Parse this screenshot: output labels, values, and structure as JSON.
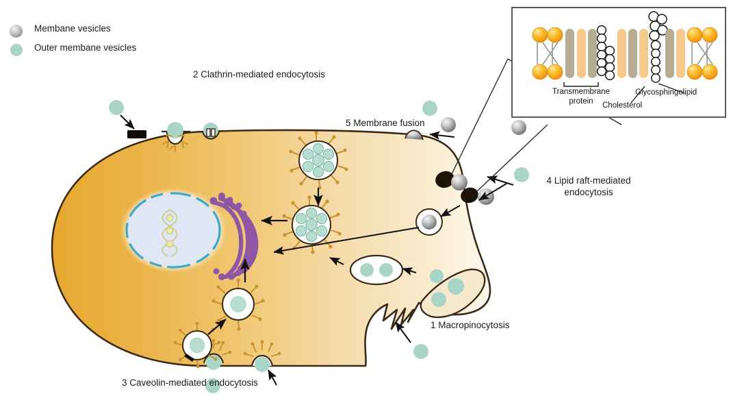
{
  "figure": {
    "kind": "cell-uptake-pathway-diagram",
    "colors": {
      "cytoplasm_left": "#e8ad3c",
      "cytoplasm_right": "#f8efdd",
      "membrane_outline": "#3a2a16",
      "nucleus_fill": "#dfe7f4",
      "nucleus_envelope": "#3fa9c9",
      "dna": "#e9e6a8",
      "golgi": "#8e57a3",
      "golgi_dark": "#6f3f86",
      "clathrin_coat": "#c9932f",
      "vesicle_teal": "#a8d5c8",
      "vesicle_gray": "#9a9da0",
      "lipid_raft": "#1c1208",
      "clathrin_patch": "#120d06",
      "inset_border": "#5a5a5a",
      "lipid_head_orange": "#f5a623",
      "lipid_head_yellow": "#fdd835",
      "protein_bar": "#b6ab93",
      "lipid_column": "#f6c98a"
    }
  },
  "legend": {
    "items": [
      {
        "label": "Membane vesicles",
        "swatch": "membrane-vesicle-swatch",
        "color": "#9a9da0"
      },
      {
        "label": "Outer membane vesicles",
        "swatch": "outer-membrane-vesicle-swatch",
        "color": "#a8d5c8"
      }
    ]
  },
  "pathways": [
    {
      "number": "1",
      "label": "1 Macropinocytosis",
      "name": "macropinocytosis"
    },
    {
      "number": "2",
      "label": "2 Clathrin-mediated endocytosis",
      "name": "clathrin-mediated-endocytosis"
    },
    {
      "number": "3",
      "label": "3 Caveolin-mediated endocytosis",
      "name": "caveolin-mediated-endocytosis"
    },
    {
      "number": "4",
      "label": "4 Lipid raft-mediated endocytosis",
      "line1": "4 Lipid raft-mediated",
      "line2": "endocytosis",
      "name": "lipid-raft-mediated-endocytosis"
    },
    {
      "number": "5",
      "label": "5 Membrane fusion",
      "name": "membrane-fusion"
    }
  ],
  "inset": {
    "title_present": false,
    "labels": {
      "transmembrane_protein_line1": "Transmembrane",
      "transmembrane_protein_line2": "protein",
      "cholesterol": "Cholesterol",
      "glycosphingolipid": "Glycosphingolipid"
    }
  },
  "organelles": [
    {
      "name": "nucleus"
    },
    {
      "name": "dna-helix"
    },
    {
      "name": "golgi-apparatus"
    },
    {
      "name": "macropinosome"
    }
  ]
}
